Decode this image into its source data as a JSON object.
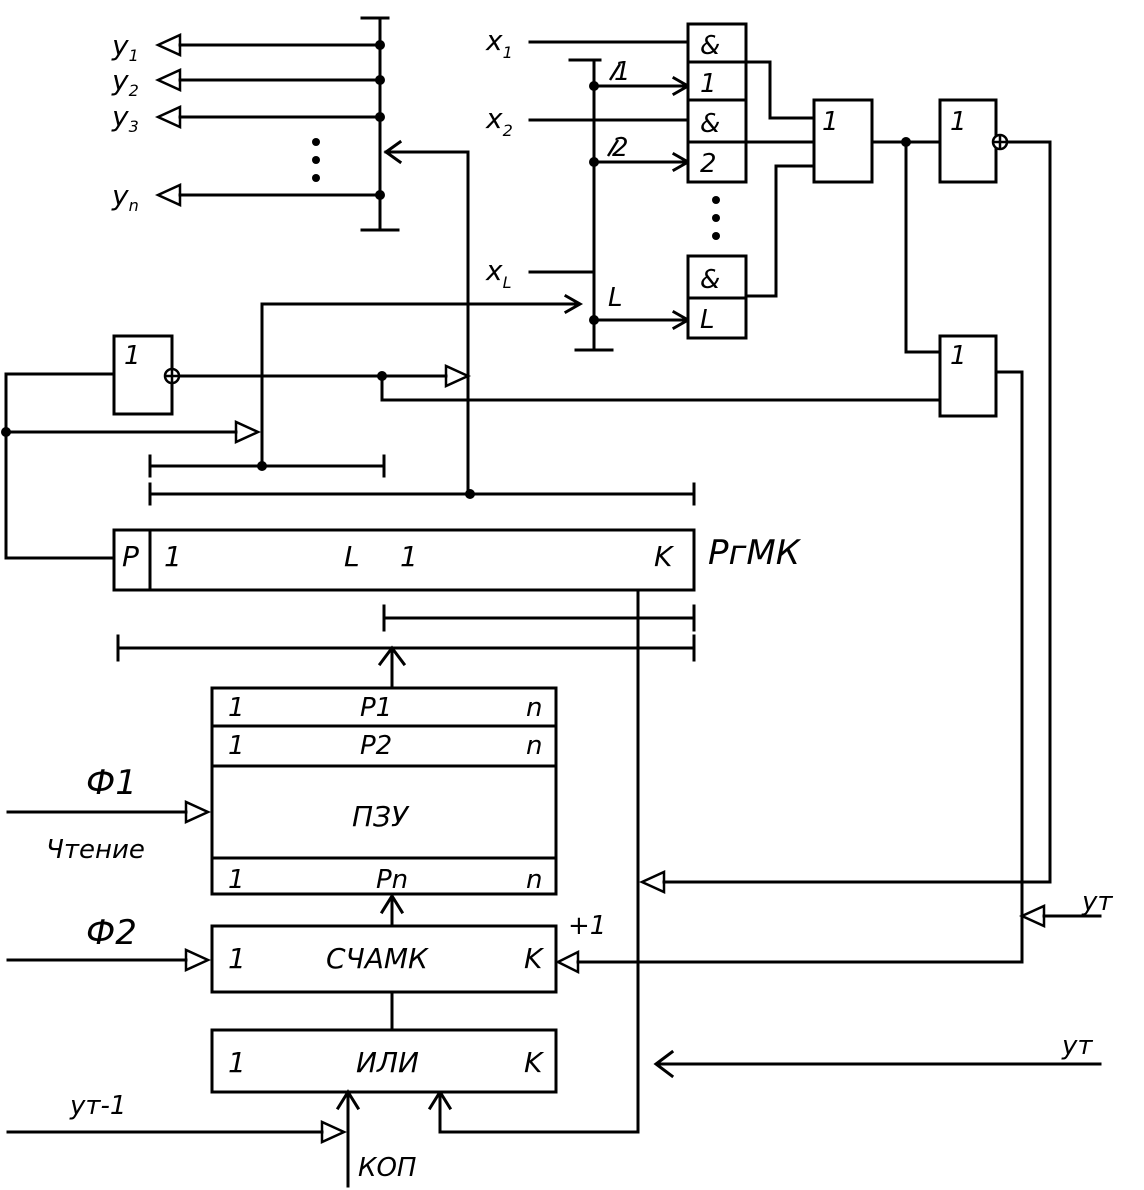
{
  "outputs": {
    "y1": "y",
    "y1_sub": "1",
    "y2": "y",
    "y2_sub": "2",
    "y3": "y",
    "y3_sub": "3",
    "yn": "y",
    "yn_sub": "n"
  },
  "inputs": {
    "x1": "x",
    "x1_sub": "1",
    "x2": "x",
    "x2_sub": "2",
    "xl": "x",
    "xl_sub": "L"
  },
  "bus_labels": {
    "line1": "1",
    "line2": "2",
    "lineL": "L"
  },
  "gates": {
    "and_symbol": "&",
    "and1_index": "1",
    "and2_index": "2",
    "andL_index": "L",
    "or_symbol": "1",
    "not_top_symbol": "1",
    "not_left_symbol": "1",
    "or_right_symbol": "1"
  },
  "register": {
    "name": "РгМК",
    "p_field": "P",
    "f1_start": "1",
    "f1_end": "L",
    "f2_start": "1",
    "f2_end": "K"
  },
  "rom": {
    "name": "ПЗУ",
    "row1": {
      "start": "1",
      "label": "P1",
      "end": "n"
    },
    "row2": {
      "start": "1",
      "label": "P2",
      "end": "n"
    },
    "rown": {
      "start": "1",
      "label": "Pn",
      "end": "n"
    }
  },
  "counter": {
    "name": "СЧАМК",
    "start": "1",
    "end": "K",
    "increment": "+1"
  },
  "or_block": {
    "name": "ИЛИ",
    "start": "1",
    "end": "K"
  },
  "signals": {
    "phi1": "Ф1",
    "read": "Чтение",
    "phi2": "Ф2",
    "ym_right_upper": "yт",
    "ym_right_lower": "yт",
    "ym_minus_1": "yт-1",
    "kop": "КОП"
  }
}
